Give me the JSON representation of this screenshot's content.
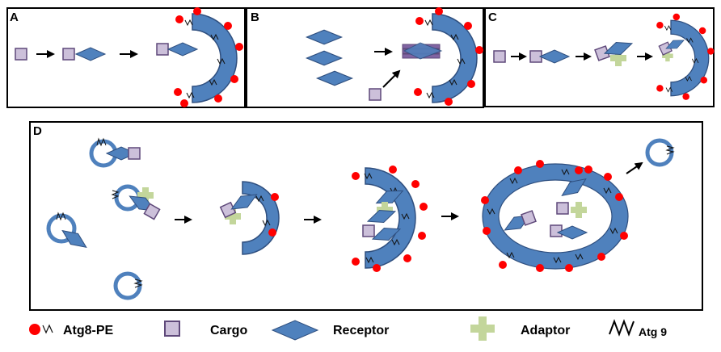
{
  "panels": {
    "a": {
      "letter": "A"
    },
    "b": {
      "letter": "B"
    },
    "c": {
      "letter": "C"
    },
    "d": {
      "letter": "D"
    }
  },
  "legend": {
    "atg8pe": "Atg8-PE",
    "cargo": "Cargo",
    "receptor": "Receptor",
    "adaptor": "Adaptor",
    "atg9": "Atg 9"
  },
  "colors": {
    "membrane": "#4f81bd",
    "membrane_stroke": "#2f4f7f",
    "atg8": "#ff0000",
    "cargo_fill": "#ccc0da",
    "cargo_stroke": "#5f497a",
    "adaptor": "#c3d69b",
    "receptor": "#4f81bd"
  }
}
